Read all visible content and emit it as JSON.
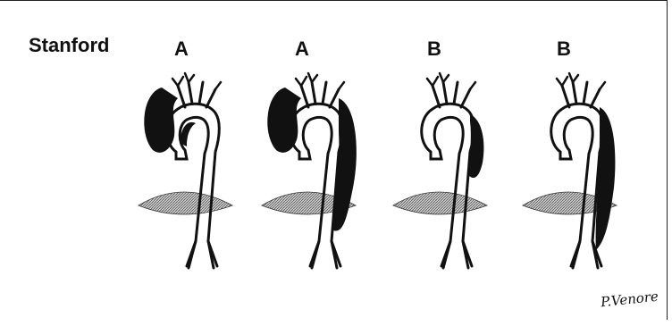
{
  "labels": {
    "classification": "Stanford",
    "panel_1": "A",
    "panel_2": "A",
    "panel_3": "B",
    "panel_4": "B"
  },
  "signature": "P.Venore",
  "colors": {
    "ink": "#111111",
    "background": "#ffffff"
  }
}
